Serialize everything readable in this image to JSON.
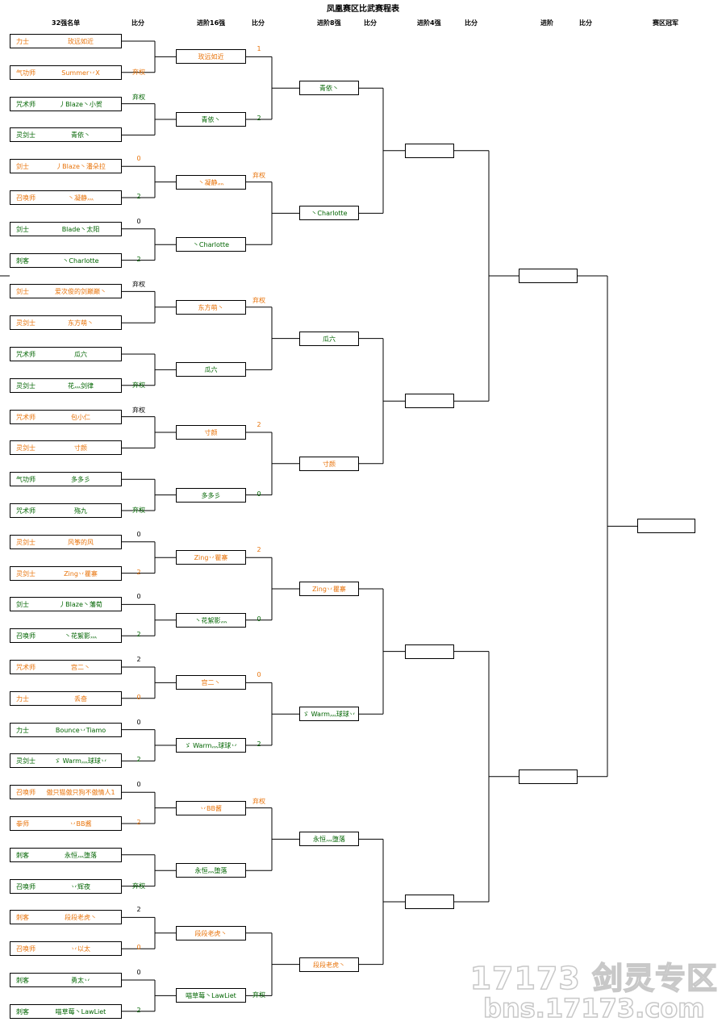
{
  "title": "凤凰赛区比武赛程表",
  "headers": {
    "list": "32强名单",
    "score1": "比分",
    "r16": "进阶16强",
    "score2": "比分",
    "qf": "进阶8强",
    "score3": "比分",
    "sf": "进阶4强",
    "score4": "比分",
    "final": "进阶",
    "score5": "比分",
    "champion": "赛区冠军"
  },
  "colors": {
    "orange": "#e8730a",
    "green": "#006400",
    "black": "#000000"
  },
  "round32": [
    {
      "cls": "力士",
      "name": "玫远如近",
      "color": "orange"
    },
    {
      "cls": "气功师",
      "name": "Summer丷X",
      "color": "orange"
    },
    {
      "cls": "咒术师",
      "name": "丿Blaze丶小贺",
      "color": "green"
    },
    {
      "cls": "灵剑士",
      "name": "青依丶",
      "color": "green"
    },
    {
      "cls": "剑士",
      "name": "丿Blaze丶潘朵拉",
      "color": "orange"
    },
    {
      "cls": "召唤师",
      "name": "丶凝静灬",
      "color": "orange"
    },
    {
      "cls": "剑士",
      "name": "Blade丶太阳",
      "color": "green"
    },
    {
      "cls": "刺客",
      "name": "丶Charlotte",
      "color": "green"
    },
    {
      "cls": "剑士",
      "name": "爱次俊的剑巅巅丶",
      "color": "orange"
    },
    {
      "cls": "灵剑士",
      "name": "东方萌丶",
      "color": "orange"
    },
    {
      "cls": "咒术师",
      "name": "瓜六",
      "color": "green"
    },
    {
      "cls": "灵剑士",
      "name": "花灬剑律",
      "color": "green"
    },
    {
      "cls": "咒术师",
      "name": "包小仁",
      "color": "orange"
    },
    {
      "cls": "灵剑士",
      "name": "寸颜",
      "color": "orange"
    },
    {
      "cls": "气功师",
      "name": "多多彡",
      "color": "green"
    },
    {
      "cls": "咒术师",
      "name": "殇九",
      "color": "green"
    },
    {
      "cls": "灵剑士",
      "name": "风筝的风",
      "color": "orange"
    },
    {
      "cls": "灵剑士",
      "name": "Zing丷瞿寨",
      "color": "orange"
    },
    {
      "cls": "剑士",
      "name": "丿Blaze丶藩荀",
      "color": "green"
    },
    {
      "cls": "召唤师",
      "name": "丶花絮影灬",
      "color": "green"
    },
    {
      "cls": "咒术师",
      "name": "宫二丶",
      "color": "orange"
    },
    {
      "cls": "力士",
      "name": "丢奋",
      "color": "orange"
    },
    {
      "cls": "力士",
      "name": "Bounce丷Tiamo",
      "color": "green"
    },
    {
      "cls": "灵剑士",
      "name": "ゞ Warm灬球球丷",
      "color": "green"
    },
    {
      "cls": "召唤师",
      "name": "傲只猫傲只狗不傲情人1",
      "color": "orange"
    },
    {
      "cls": "拳师",
      "name": "丷BB酱",
      "color": "orange"
    },
    {
      "cls": "刺客",
      "name": "永恒灬堕落",
      "color": "green"
    },
    {
      "cls": "召唤师",
      "name": "丷辉夜",
      "color": "green"
    },
    {
      "cls": "刺客",
      "name": "段段老虎丶",
      "color": "orange"
    },
    {
      "cls": "召唤师",
      "name": "丷以太",
      "color": "orange"
    },
    {
      "cls": "刺客",
      "name": "勇太丷",
      "color": "green"
    },
    {
      "cls": "刺客",
      "name": "喵草莓丶LawLiet",
      "color": "green"
    }
  ],
  "round32_scores": [
    {
      "text": "",
      "color": "black"
    },
    {
      "text": "弃权",
      "color": "orange"
    },
    {
      "text": "弃权",
      "color": "green"
    },
    {
      "text": "",
      "color": "black"
    },
    {
      "text": "0",
      "color": "orange"
    },
    {
      "text": "2",
      "color": "green"
    },
    {
      "text": "0",
      "color": "black"
    },
    {
      "text": "2",
      "color": "green"
    },
    {
      "text": "弃权",
      "color": "black"
    },
    {
      "text": "",
      "color": "black"
    },
    {
      "text": "",
      "color": "black"
    },
    {
      "text": "弃权",
      "color": "green"
    },
    {
      "text": "弃权",
      "color": "black"
    },
    {
      "text": "",
      "color": "black"
    },
    {
      "text": "",
      "color": "black"
    },
    {
      "text": "弃权",
      "color": "green"
    },
    {
      "text": "0",
      "color": "black"
    },
    {
      "text": "2",
      "color": "orange"
    },
    {
      "text": "0",
      "color": "black"
    },
    {
      "text": "2",
      "color": "green"
    },
    {
      "text": "2",
      "color": "black"
    },
    {
      "text": "0",
      "color": "orange"
    },
    {
      "text": "0",
      "color": "black"
    },
    {
      "text": "2",
      "color": "green"
    },
    {
      "text": "0",
      "color": "black"
    },
    {
      "text": "2",
      "color": "orange"
    },
    {
      "text": "",
      "color": "black"
    },
    {
      "text": "弃权",
      "color": "green"
    },
    {
      "text": "2",
      "color": "black"
    },
    {
      "text": "0",
      "color": "orange"
    },
    {
      "text": "0",
      "color": "black"
    },
    {
      "text": "2",
      "color": "green"
    }
  ],
  "round16": [
    {
      "name": "玫远如近",
      "color": "orange"
    },
    {
      "name": "青依丶",
      "color": "green"
    },
    {
      "name": "丶凝静灬",
      "color": "orange"
    },
    {
      "name": "丶Charlotte",
      "color": "green"
    },
    {
      "name": "东方萌丶",
      "color": "orange"
    },
    {
      "name": "瓜六",
      "color": "green"
    },
    {
      "name": "寸颜",
      "color": "orange"
    },
    {
      "name": "多多彡",
      "color": "green"
    },
    {
      "name": "Zing丷瞿寨",
      "color": "orange"
    },
    {
      "name": "丶花絮影灬",
      "color": "green"
    },
    {
      "name": "宫二丶",
      "color": "orange"
    },
    {
      "name": "ゞ Warm灬球球丷",
      "color": "green"
    },
    {
      "name": "丷BB酱",
      "color": "orange"
    },
    {
      "name": "永恒灬堕落",
      "color": "green"
    },
    {
      "name": "段段老虎丶",
      "color": "orange"
    },
    {
      "name": "喵草莓丶LawLiet",
      "color": "green"
    }
  ],
  "round16_scores": [
    {
      "text": "1",
      "color": "orange"
    },
    {
      "text": "2",
      "color": "green"
    },
    {
      "text": "弃权",
      "color": "orange"
    },
    {
      "text": "",
      "color": "black"
    },
    {
      "text": "弃权",
      "color": "orange"
    },
    {
      "text": "",
      "color": "black"
    },
    {
      "text": "2",
      "color": "orange"
    },
    {
      "text": "0",
      "color": "green"
    },
    {
      "text": "2",
      "color": "orange"
    },
    {
      "text": "0",
      "color": "green"
    },
    {
      "text": "0",
      "color": "orange"
    },
    {
      "text": "2",
      "color": "green"
    },
    {
      "text": "弃权",
      "color": "orange"
    },
    {
      "text": "",
      "color": "black"
    },
    {
      "text": "",
      "color": "black"
    },
    {
      "text": "弃权",
      "color": "green"
    }
  ],
  "round8": [
    {
      "name": "青依丶",
      "color": "green"
    },
    {
      "name": "丶Charlotte",
      "color": "green"
    },
    {
      "name": "瓜六",
      "color": "green"
    },
    {
      "name": "寸颜",
      "color": "orange"
    },
    {
      "name": "Zing丷瞿寨",
      "color": "orange"
    },
    {
      "name": "ゞ Warm灬球球丷",
      "color": "green"
    },
    {
      "name": "永恒灬堕落",
      "color": "green"
    },
    {
      "name": "段段老虎丶",
      "color": "orange"
    }
  ],
  "round4": [
    {
      "name": "",
      "color": "black"
    },
    {
      "name": "",
      "color": "black"
    },
    {
      "name": "",
      "color": "black"
    },
    {
      "name": "",
      "color": "black"
    }
  ],
  "round2": [
    {
      "name": "",
      "color": "black"
    },
    {
      "name": "",
      "color": "black"
    }
  ],
  "champion": {
    "name": "",
    "color": "black"
  },
  "watermark": {
    "top": "17173 剑灵专区",
    "bottom": "bns.17173.com"
  }
}
